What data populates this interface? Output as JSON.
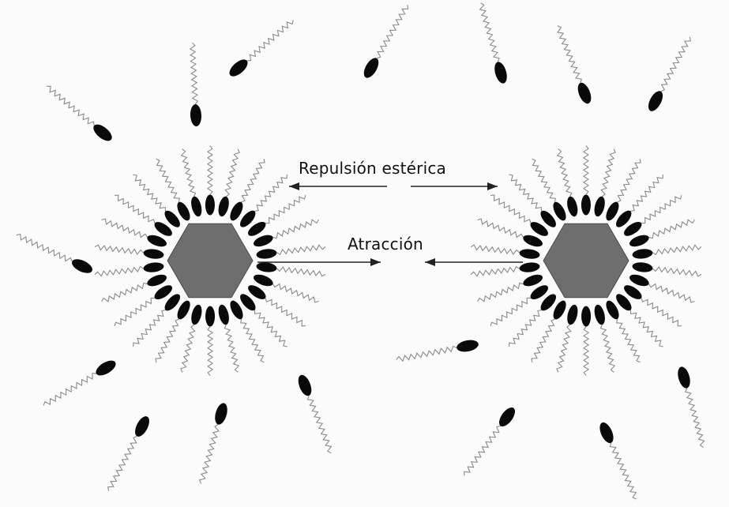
{
  "labels": {
    "steric_repulsion": "Repulsión estérica",
    "attraction": "Atracción"
  },
  "colors": {
    "core": "#6e6e6e",
    "head": "#0a0a0a",
    "tail": "#8a8a8a",
    "arrow": "#222222",
    "text": "#111111"
  },
  "nanoparticles": {
    "count": 2,
    "ligands_per_particle": 26
  },
  "free_surfactants": {
    "count": 16
  }
}
